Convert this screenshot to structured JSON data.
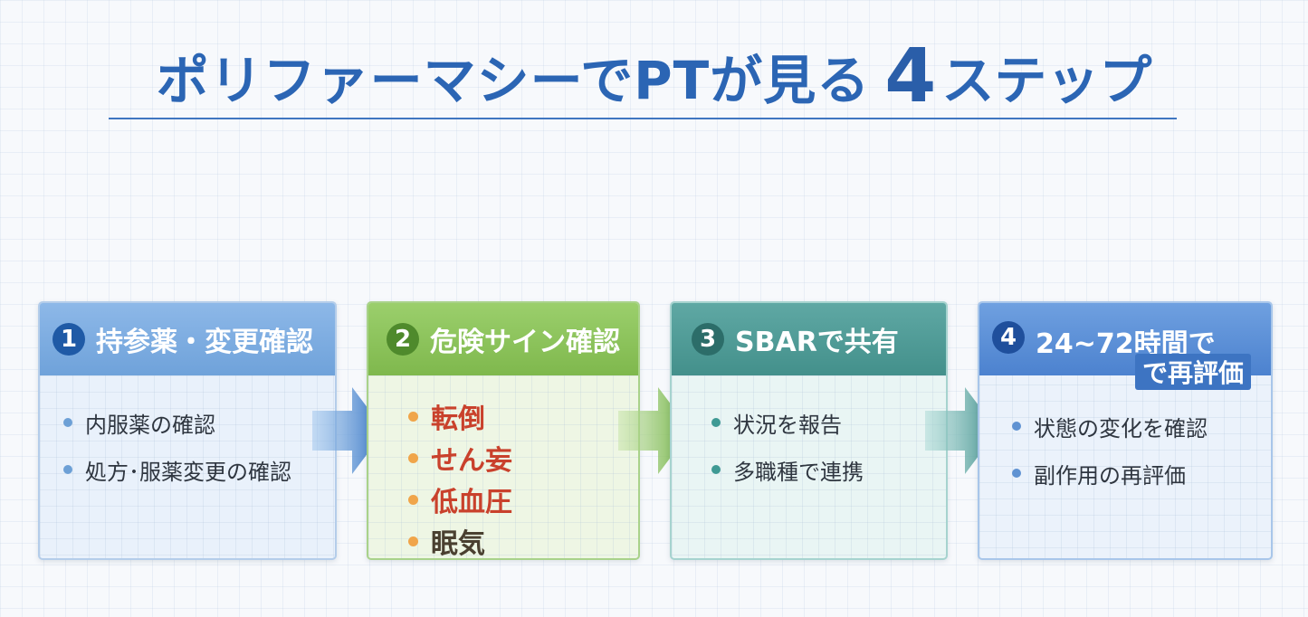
{
  "title": {
    "main": "ポリファーマシーでPTが見る",
    "number": "4",
    "tail": "ステップ"
  },
  "steps": [
    {
      "number": "1",
      "label": "持参薬・変更確認",
      "items": [
        "内服薬の確認",
        "処方･服薬変更の確認"
      ]
    },
    {
      "number": "2",
      "label": "危険サイン確認",
      "items": [
        "転倒",
        "せん妄",
        "低血圧",
        "眠気"
      ]
    },
    {
      "number": "3",
      "label": "SBARで共有",
      "items": [
        "状況を報告",
        "多職種で連携"
      ]
    },
    {
      "number": "4",
      "label": "24~72時間で",
      "sublabel": "で再評価",
      "items": [
        "状態の変化を確認",
        "副作用の再評価"
      ]
    }
  ],
  "colors": {
    "title": "#2b65b4",
    "step1": "#6fa2da",
    "step2": "#7fb84d",
    "step3": "#43908b",
    "step4": "#4c82cf",
    "alert_text": "#c9412c"
  },
  "icons": [
    "arrow-right-icon"
  ]
}
